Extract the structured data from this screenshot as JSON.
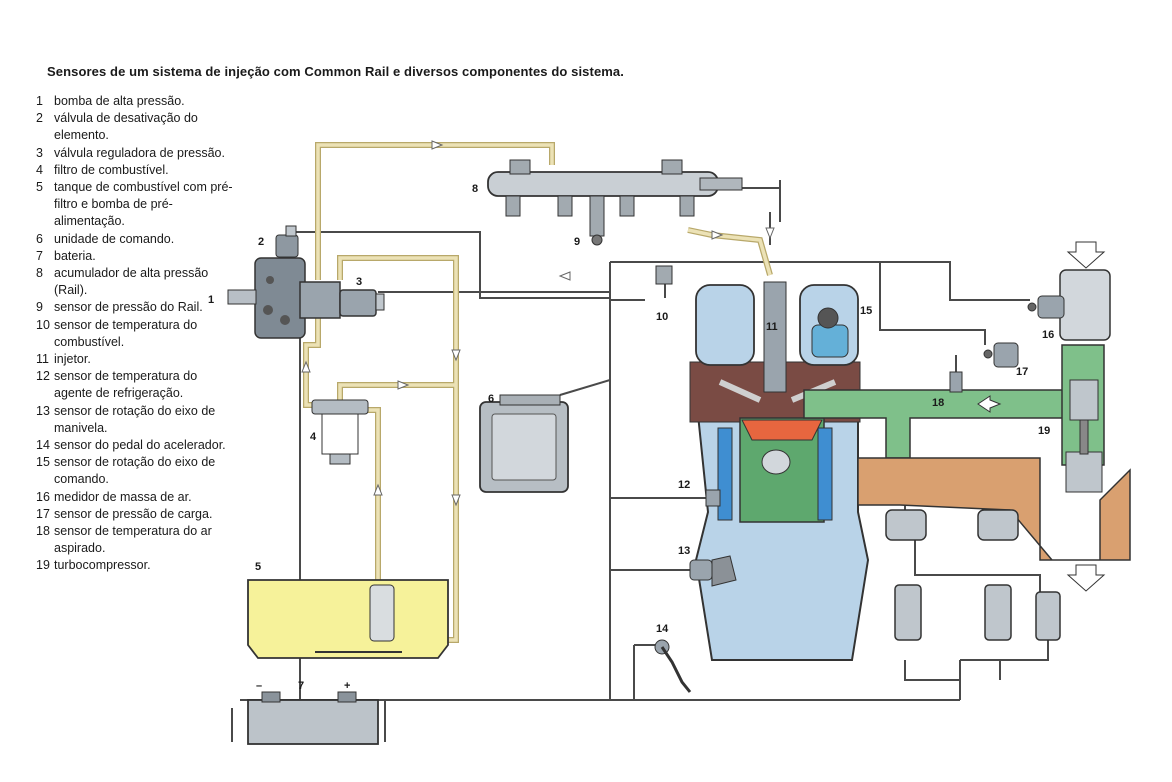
{
  "title": "Sensores de um sistema de injeção com Common Rail e diversos componentes do sistema.",
  "legend": [
    {
      "num": "1",
      "text": "bomba de alta pressão."
    },
    {
      "num": "2",
      "text": "válvula de desativação do elemento."
    },
    {
      "num": "3",
      "text": "válvula reguladora de pressão."
    },
    {
      "num": "4",
      "text": "filtro de combustível."
    },
    {
      "num": "5",
      "text": "tanque de combustível com pré-filtro e bomba de pré-alimentação."
    },
    {
      "num": "6",
      "text": "unidade de comando."
    },
    {
      "num": "7",
      "text": "bateria."
    },
    {
      "num": "8",
      "text": "acumulador de alta pressão (Rail)."
    },
    {
      "num": "9",
      "text": "sensor de pressão do Rail."
    },
    {
      "num": "10",
      "text": "sensor de temperatura do combustível."
    },
    {
      "num": "11",
      "text": "injetor."
    },
    {
      "num": "12",
      "text": "sensor de temperatura do agente de refrigeração."
    },
    {
      "num": "13",
      "text": "sensor de rotação do eixo de manivela."
    },
    {
      "num": "14",
      "text": "sensor do pedal do acelerador."
    },
    {
      "num": "15",
      "text": "sensor de rotação do eixo de comando."
    },
    {
      "num": "16",
      "text": "medidor de massa de ar."
    },
    {
      "num": "17",
      "text": "sensor de pressão de carga."
    },
    {
      "num": "18",
      "text": "sensor de temperatura do ar aspirado."
    },
    {
      "num": "19",
      "text": "turbocompressor."
    }
  ],
  "callouts": {
    "c1": "1",
    "c2": "2",
    "c3": "3",
    "c4": "4",
    "c5": "5",
    "c6": "6",
    "c7": "7",
    "c8": "8",
    "c9": "9",
    "c10": "10",
    "c11": "11",
    "c12": "12",
    "c13": "13",
    "c14": "14",
    "c15": "15",
    "c16": "16",
    "c17": "17",
    "c18": "18",
    "c19": "19",
    "battery_minus": "–",
    "battery_plus": "+"
  },
  "colors": {
    "fuel_line": "#e4d7a6",
    "tank": "#f6f29a",
    "engine_block": "#b9d3e8",
    "intake_air": "#7fc08a",
    "exhaust": "#d9a070",
    "piston_top": "#e7663f",
    "cooling_jacket": "#3f8ed1"
  }
}
